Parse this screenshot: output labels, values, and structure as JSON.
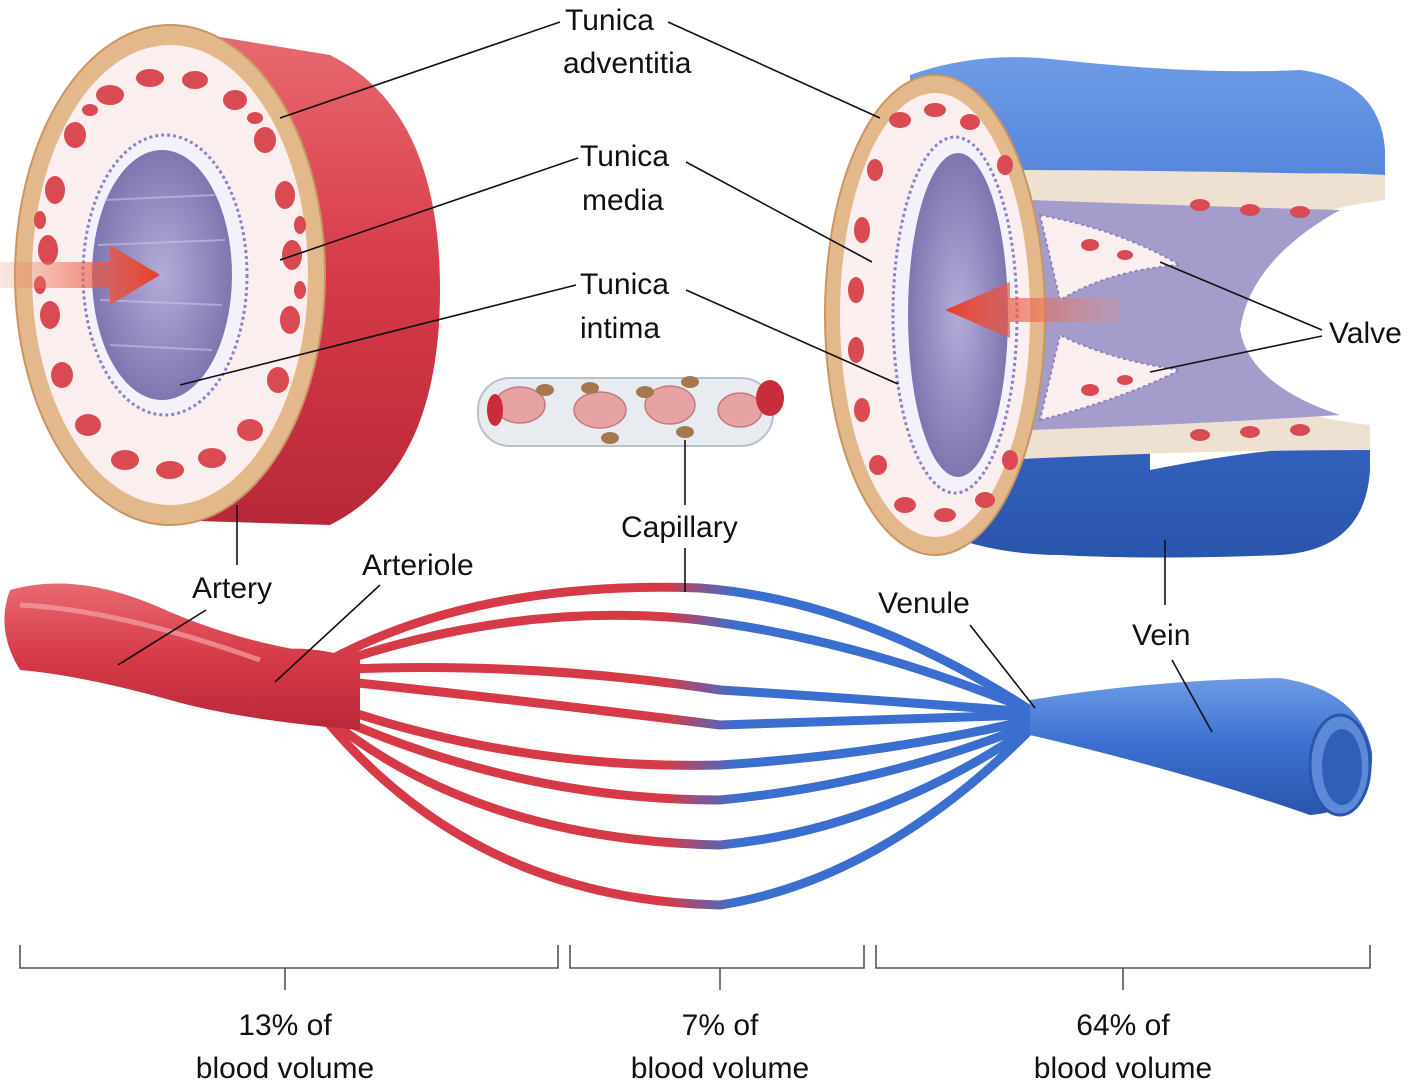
{
  "labels": {
    "tunica_adventitia": [
      "Tunica",
      "adventitia"
    ],
    "tunica_media": [
      "Tunica",
      "media"
    ],
    "tunica_intima": [
      "Tunica",
      "intima"
    ],
    "capillary": "Capillary",
    "artery": "Artery",
    "arteriole": "Arteriole",
    "venule": "Venule",
    "vein": "Vein",
    "valve": "Valve"
  },
  "blood_volume": [
    {
      "percent": "13% of",
      "text": "blood volume"
    },
    {
      "percent": "7% of",
      "text": "blood volume"
    },
    {
      "percent": "64% of",
      "text": "blood volume"
    }
  ],
  "colors": {
    "artery_red": "#d9434f",
    "vein_blue": "#3b6fcf",
    "adventitia_tan": "#e3b98c",
    "lumen_purple": "#9c93c6"
  }
}
